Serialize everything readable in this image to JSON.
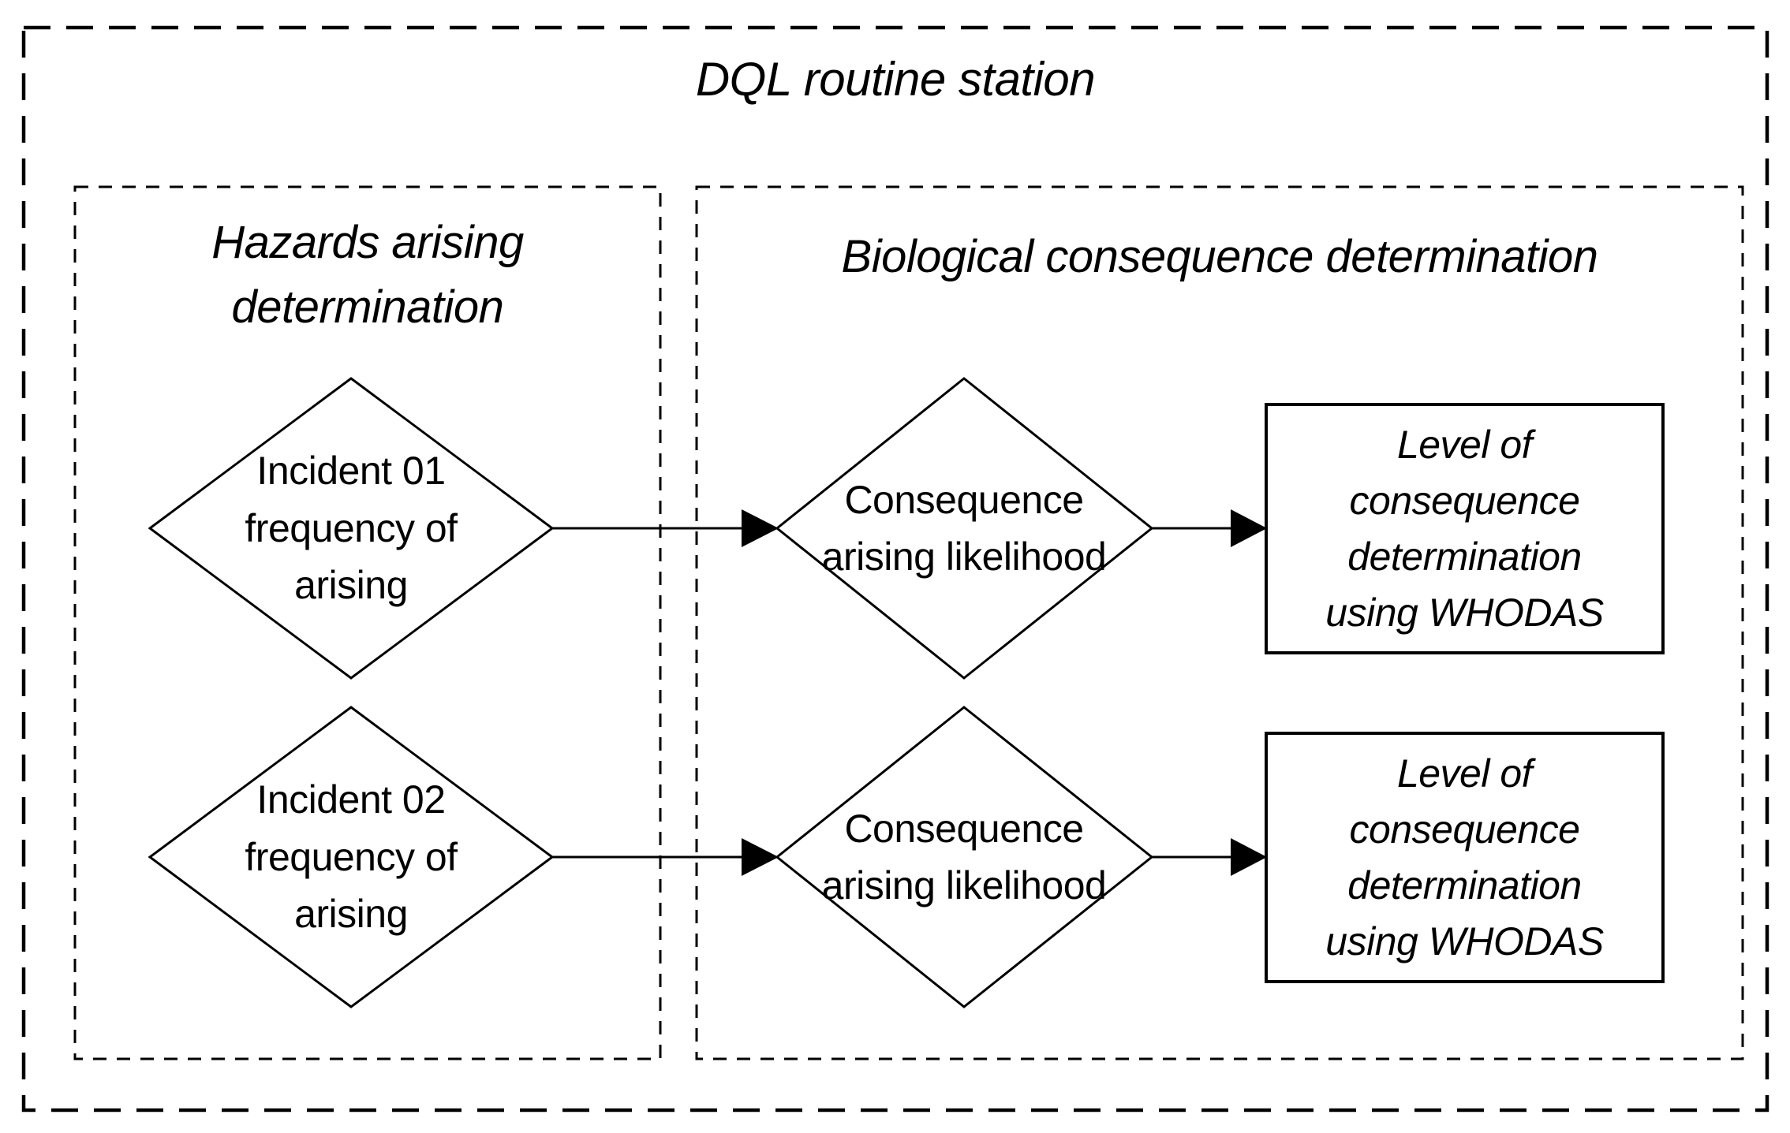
{
  "diagram": {
    "title": "DQL routine station",
    "sections": {
      "hazards": {
        "title": "Hazards arising\ndetermination"
      },
      "biological": {
        "title": "Biological consequence determination"
      }
    },
    "nodes": {
      "incident1": {
        "label": "Incident 01\nfrequency of\narising"
      },
      "incident2": {
        "label": "Incident 02\nfrequency of\narising"
      },
      "likelihood1": {
        "label": "Consequence\narising likelihood"
      },
      "likelihood2": {
        "label": "Consequence\narising likelihood"
      },
      "whodas1": {
        "label": "Level of\nconsequence\ndetermination\nusing WHODAS"
      },
      "whodas2": {
        "label": "Level of\nconsequence\ndetermination\nusing WHODAS"
      }
    },
    "colors": {
      "stroke": "#000000",
      "background": "#ffffff"
    }
  }
}
